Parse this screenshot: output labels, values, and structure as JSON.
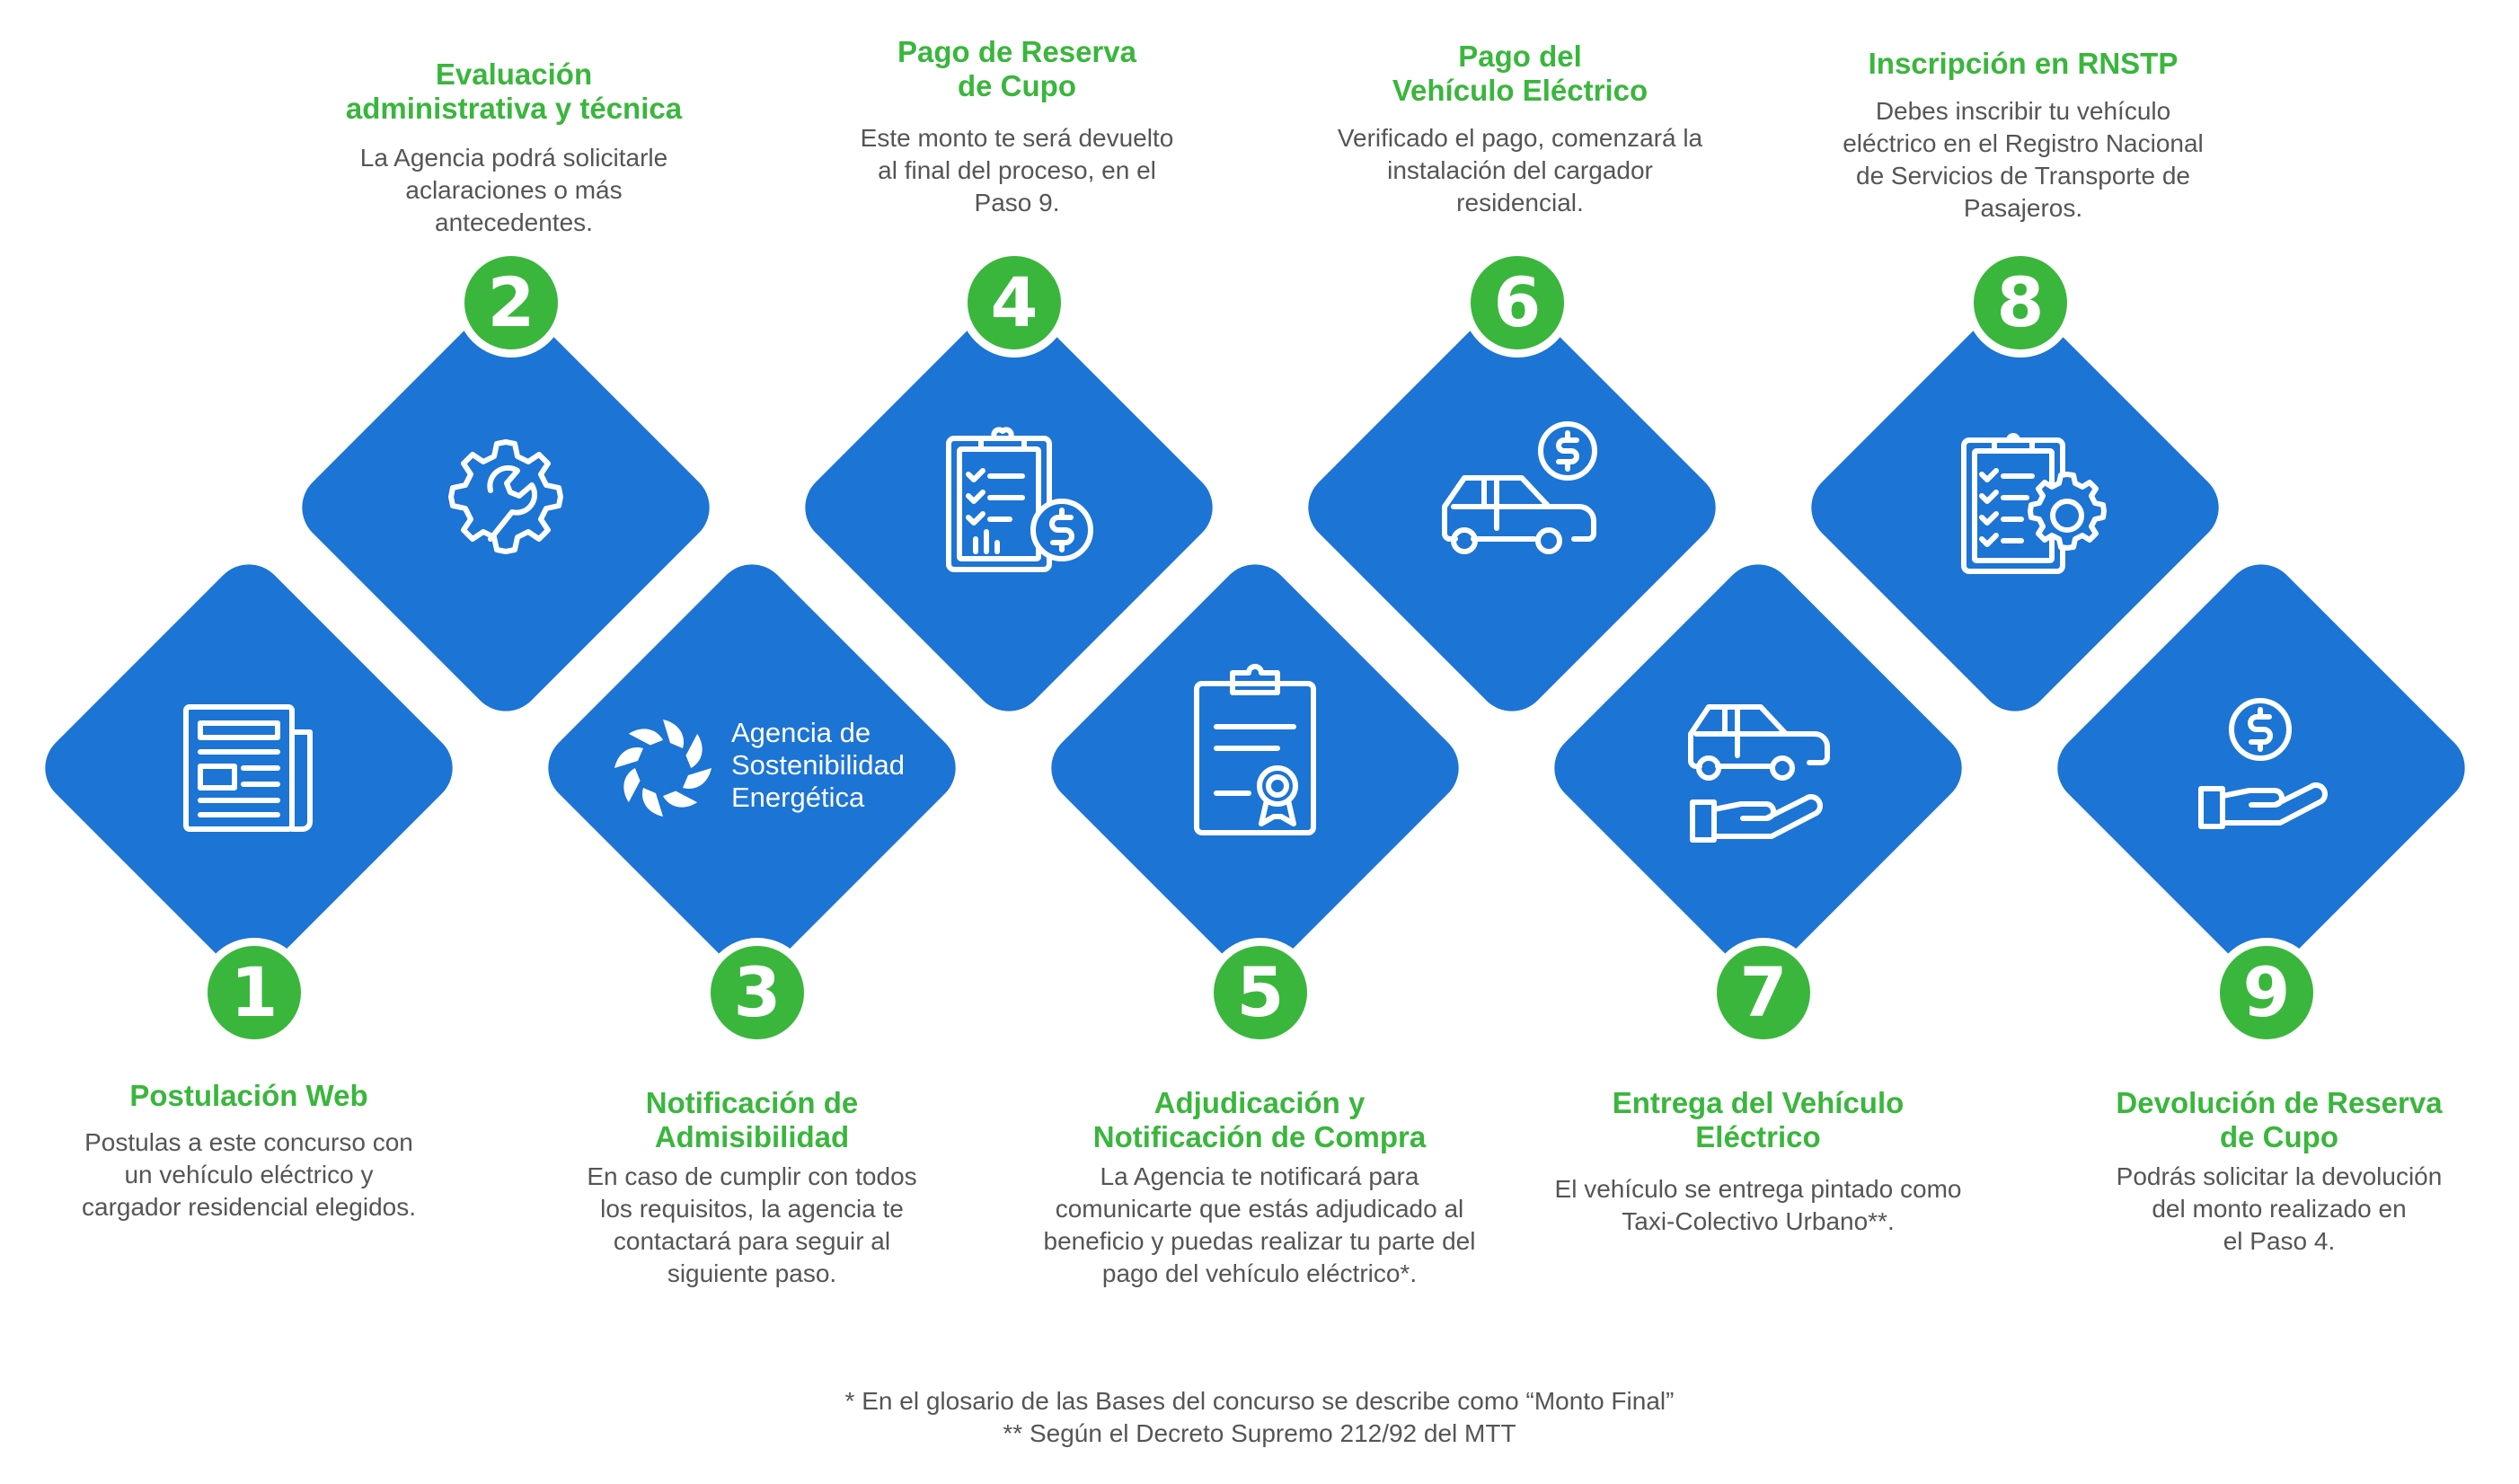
{
  "colors": {
    "diamond": "#1c74d4",
    "badge": "#3ab63d",
    "title": "#3ab63d",
    "text": "#555555",
    "background": "#ffffff"
  },
  "steps": [
    {
      "number": "1",
      "title_lines": [
        "Postulación Web"
      ],
      "desc_lines": [
        "Postulas a este concurso con",
        "un vehículo eléctrico y",
        "cargador residencial elegidos."
      ],
      "icon": "newspaper-icon"
    },
    {
      "number": "2",
      "title_lines": [
        "Evaluación",
        "administrativa y técnica"
      ],
      "desc_lines": [
        "La Agencia podrá solicitarle",
        "aclaraciones o más",
        "antecedentes."
      ],
      "icon": "gear-wrench-icon"
    },
    {
      "number": "3",
      "title_lines": [
        "Notificación de",
        "Admisibilidad"
      ],
      "desc_lines": [
        "En caso de cumplir con todos",
        "los requisitos, la agencia te",
        "contactará para seguir al",
        "siguiente paso."
      ],
      "icon": "agency-logo"
    },
    {
      "number": "4",
      "title_lines": [
        "Pago de Reserva",
        "de Cupo"
      ],
      "desc_lines": [
        "Este monto te será devuelto",
        "al final del proceso, en el",
        "Paso 9."
      ],
      "icon": "clipboard-dollar-icon"
    },
    {
      "number": "5",
      "title_lines": [
        "Adjudicación y",
        "Notificación de Compra"
      ],
      "desc_lines": [
        "La Agencia te notificará para",
        "comunicarte que estás adjudicado al",
        "beneficio y puedas realizar tu parte del",
        "pago del vehículo eléctrico*."
      ],
      "icon": "certificate-icon"
    },
    {
      "number": "6",
      "title_lines": [
        "Pago del",
        "Vehículo Eléctrico"
      ],
      "desc_lines": [
        "Verificado el pago, comenzará la",
        "instalación del cargador",
        "residencial."
      ],
      "icon": "car-dollar-icon"
    },
    {
      "number": "7",
      "title_lines": [
        "Entrega del Vehículo",
        "Eléctrico"
      ],
      "desc_lines": [
        "El vehículo se entrega pintado como",
        "Taxi-Colectivo Urbano**."
      ],
      "icon": "car-hand-icon"
    },
    {
      "number": "8",
      "title_lines": [
        "Inscripción en RNSTP"
      ],
      "desc_lines": [
        "Debes inscribir tu vehículo",
        "eléctrico en el Registro Nacional",
        "de Servicios de Transporte de",
        "Pasajeros."
      ],
      "icon": "clipboard-gear-icon"
    },
    {
      "number": "9",
      "title_lines": [
        "Devolución de Reserva",
        "de Cupo"
      ],
      "desc_lines": [
        "Podrás solicitar la devolución",
        "del monto realizado en",
        "el Paso 4."
      ],
      "icon": "hand-dollar-icon"
    }
  ],
  "logo": {
    "lines": [
      "Agencia de",
      "Sostenibilidad",
      "Energética"
    ]
  },
  "footnotes": [
    "* En el glosario de las Bases del concurso se describe como “Monto Final”",
    "** Según el Decreto Supremo 212/92 del MTT"
  ]
}
